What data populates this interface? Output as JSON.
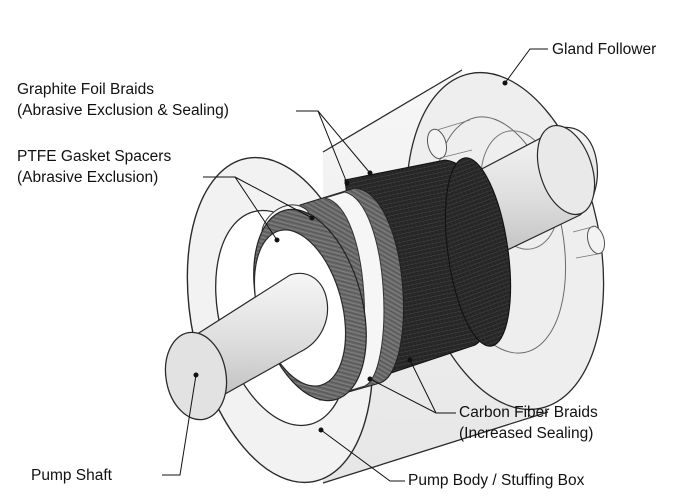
{
  "labels": {
    "gland_follower": "Gland Follower",
    "graphite_line1": "Graphite Foil Braids",
    "graphite_line2": "(Abrasive Exclusion & Sealing)",
    "ptfe_line1": "PTFE Gasket Spacers",
    "ptfe_line2": "(Abrasive Exclusion)",
    "carbon_line1": "Carbon Fiber Braids",
    "carbon_line2": "(Increased Sealing)",
    "pump_shaft": "Pump Shaft",
    "pump_body": "Pump Body / Stuffing Box"
  },
  "colors": {
    "outline": "#2a2a2a",
    "housing_fill": "#f0f0f0",
    "shaft_fill": "#e4e4e4",
    "graphite_braid": "#6b6b6b",
    "carbon_braid": "#262626",
    "ptfe_spacer": "#f4f4f4",
    "leader": "#111111"
  }
}
